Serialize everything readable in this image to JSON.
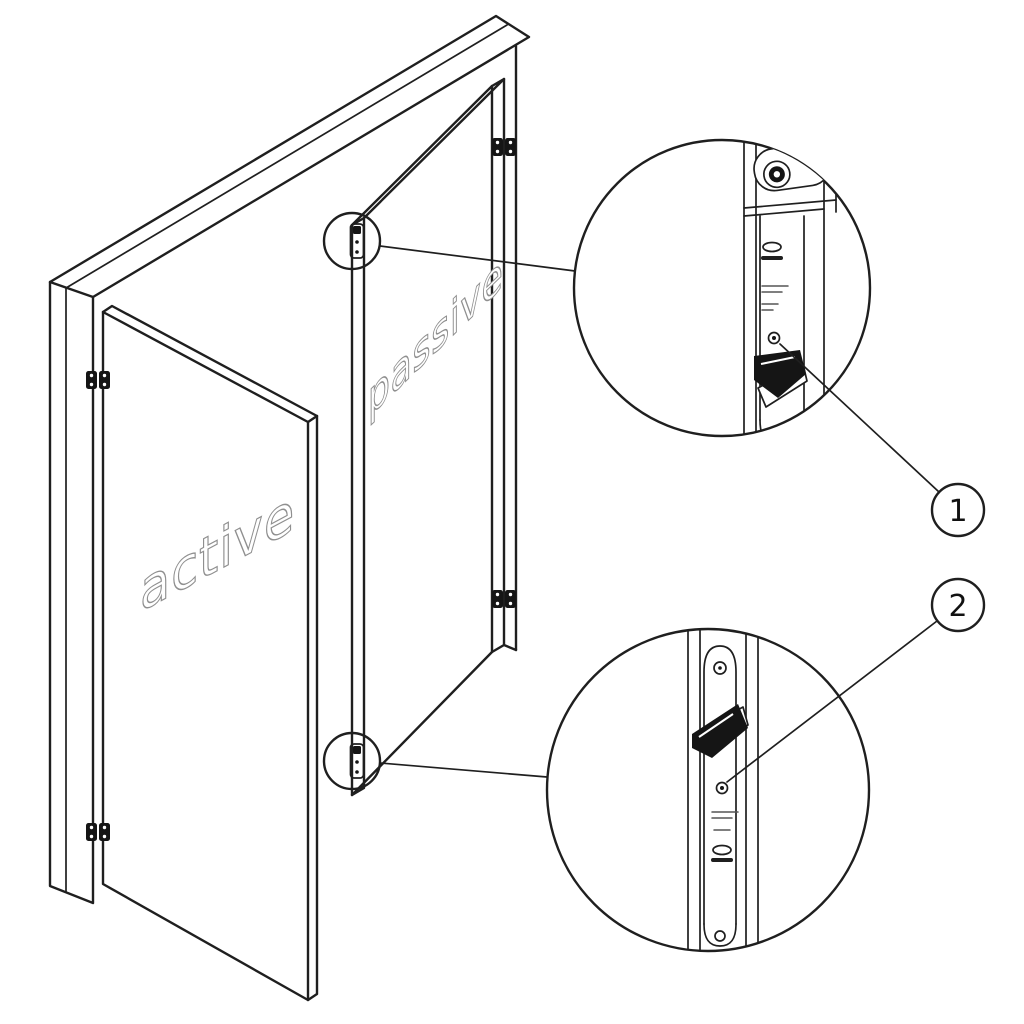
{
  "diagram": {
    "active_door_label": "active",
    "passive_door_label": "passive",
    "callout_1": "1",
    "callout_2": "2"
  },
  "colors": {
    "background": "#ffffff",
    "line": "#1f1f1f",
    "hardware": "#151515",
    "label_outline": "#8f8f8f"
  },
  "icons": {
    "hinge": "hinge-icon",
    "flush_bolt_top": "flush-bolt-top-icon",
    "flush_bolt_bottom": "flush-bolt-bottom-icon"
  }
}
